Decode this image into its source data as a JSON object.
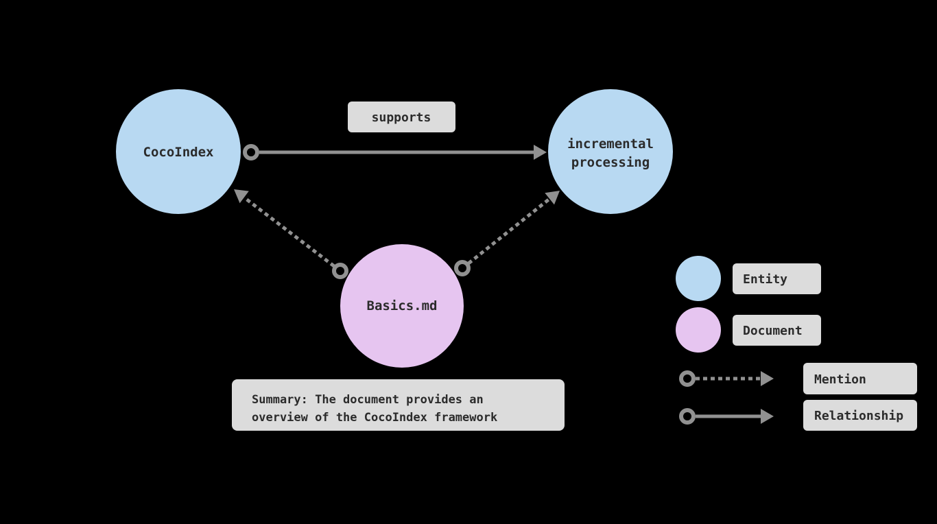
{
  "diagram": {
    "nodes": {
      "cocoindex": {
        "label": "CocoIndex",
        "type": "entity"
      },
      "incremental_processing": {
        "label_line1": "incremental",
        "label_line2": "processing",
        "type": "entity"
      },
      "basics_md": {
        "label": "Basics.md",
        "type": "document"
      }
    },
    "edges": {
      "supports": {
        "label": "supports",
        "type": "relationship"
      },
      "mention_cocoindex": {
        "type": "mention"
      },
      "mention_incremental_processing": {
        "type": "mention"
      }
    },
    "summary": {
      "line1": "Summary: The document provides an",
      "line2": "overview of the CocoIndex framework"
    }
  },
  "legend": {
    "items": [
      {
        "label": "Entity",
        "swatch": "entity-circle"
      },
      {
        "label": "Document",
        "swatch": "document-circle"
      },
      {
        "label": "Mention",
        "swatch": "dotted-arrow"
      },
      {
        "label": "Relationship",
        "swatch": "solid-arrow"
      }
    ]
  },
  "colors": {
    "background": "#000000",
    "entity": "#b8d9f2",
    "document": "#e6c5f0",
    "label_box": "#dcdcdc",
    "arrow": "#919191",
    "text": "#2b2b2b"
  }
}
